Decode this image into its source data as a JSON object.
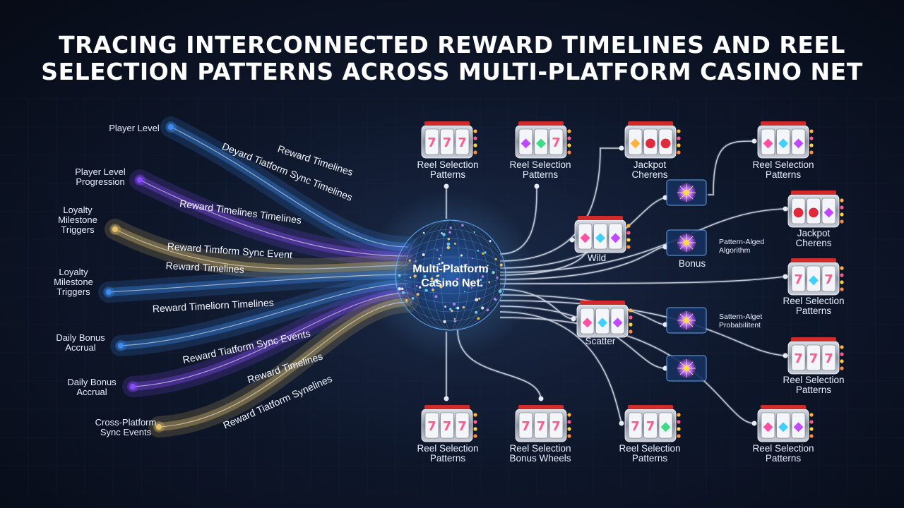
{
  "title": {
    "line1": "TRACING INTERCONNECTED REWARD TIMELINES AND REEL",
    "line2": "SELECTION PATTERNS ACROSS MULTI-PLATFORM CASINO NET"
  },
  "center": {
    "line1": "Multi-Platform",
    "line2": "Casino Net"
  },
  "sources": [
    [
      "Player Level"
    ],
    [
      "Player Level",
      "Progression"
    ],
    [
      "Loyalty",
      "Milestone",
      "Triggers"
    ],
    [
      "Loyalty",
      "Milestone",
      "Triggers"
    ],
    [
      "Daily Bonus",
      "Accrual"
    ],
    [
      "Daily Bonus",
      "Accrual"
    ],
    [
      "Cross-Platform",
      "Sync Events"
    ]
  ],
  "stream_labels": [
    "Reward Timelines",
    "Deyard Tiatform Sync Timelines",
    "Reward Timelines Timelines",
    "Reward Timform Sync Event",
    "Reward Timelines",
    "Reward Timeliorn Timelines",
    "Reward Tiatform Sync Events",
    "Reward Timelines",
    "Reward Tiatform Synelines"
  ],
  "machines": [
    {
      "label": [
        "Reel Selection",
        "Patterns"
      ],
      "symbols": "sevens"
    },
    {
      "label": [
        "Reel Selection",
        "Patterns"
      ],
      "symbols": "seven-gem-seven"
    },
    {
      "label": [
        "Jackpot",
        "Cherens"
      ],
      "symbols": "fruits"
    },
    {
      "label": [
        "Reel Selection",
        "Patterns"
      ],
      "symbols": "gems"
    },
    {
      "label": [
        "Wild"
      ],
      "symbols": "gems"
    },
    {
      "label": [
        "Jackpot",
        "Cherens"
      ],
      "symbols": "cherries"
    },
    {
      "label": [
        "Reel Selection",
        "Patterns"
      ],
      "symbols": "sevens-gem"
    },
    {
      "label": [
        "Scatter"
      ],
      "symbols": "gems"
    },
    {
      "label": [
        "Reel Selection",
        "Patterns"
      ],
      "symbols": "sevens"
    },
    {
      "label": [
        "Reel Selection",
        "Patterns"
      ],
      "symbols": "sevens"
    },
    {
      "label": [
        "Reel Selection",
        "Bonus Wheels"
      ],
      "symbols": "sevens"
    },
    {
      "label": [
        "Reel Selection",
        "Patterns"
      ],
      "symbols": "sevens-star"
    },
    {
      "label": [
        "Reel Selection",
        "Patterns"
      ],
      "symbols": "gems"
    }
  ],
  "hubs": [
    {
      "label": []
    },
    {
      "label": [
        "Bonus"
      ]
    },
    {
      "label": []
    },
    {
      "label": []
    }
  ],
  "annotations": [
    [
      "Pattern-Alged",
      "Algorithm"
    ],
    [
      "Sattern-Alget",
      "ProbabiIitent"
    ]
  ],
  "colors": {
    "blue": "#3d8df0",
    "purple": "#8a4dff",
    "gold": "#e6c36a",
    "wire": "#cfd6e6",
    "cyan": "#6fe3ff"
  }
}
